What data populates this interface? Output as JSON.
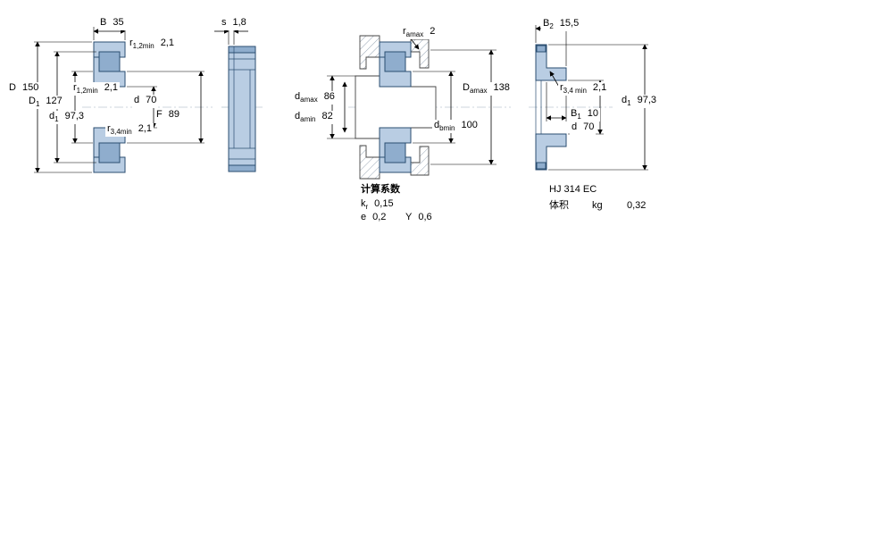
{
  "colors": {
    "fill": "#b9cde3",
    "fill_dark": "#8fadcd",
    "stroke": "#2b4e71",
    "dimension": "#000000"
  },
  "fig1": {
    "B": {
      "sym": "B",
      "val": "35"
    },
    "r12_top": {
      "sym": "r",
      "sub": "1,2min",
      "val": "2,1"
    },
    "D": {
      "sym": "D",
      "val": "150"
    },
    "D1": {
      "sym": "D",
      "sub": "1",
      "val": "127"
    },
    "r12_mid": {
      "sym": "r",
      "sub": "1,2min",
      "val": "2,1"
    },
    "d1": {
      "sym": "d",
      "sub": "1",
      "val": "97,3"
    },
    "d": {
      "sym": "d",
      "val": "70"
    },
    "F": {
      "sym": "F",
      "val": "89"
    },
    "r34": {
      "sym": "r",
      "sub": "3,4min",
      "val": "2,1"
    }
  },
  "fig2": {
    "s": {
      "sym": "s",
      "val": "1,8"
    }
  },
  "fig3": {
    "ra": {
      "sym": "r",
      "sub": "amax",
      "val": "2"
    },
    "damax": {
      "sym": "d",
      "sub": "amax",
      "val": "86"
    },
    "damin": {
      "sym": "d",
      "sub": "amin",
      "val": "82"
    },
    "Damax": {
      "sym": "D",
      "sub": "amax",
      "val": "138"
    },
    "dbmin": {
      "sym": "d",
      "sub": "bmin",
      "val": "100"
    },
    "factors": {
      "title": "计算系数",
      "kr": {
        "sym": "k",
        "sub": "r",
        "val": "0,15"
      },
      "e": {
        "sym": "e",
        "val": "0,2"
      },
      "Y": {
        "sym": "Y",
        "val": "0,6"
      }
    }
  },
  "fig4": {
    "title": "HJ 314 EC",
    "B2": {
      "sym": "B",
      "sub": "2",
      "val": "15,5"
    },
    "r34": {
      "sym": "r",
      "sub": "3,4 min",
      "val": "2,1"
    },
    "d1": {
      "sym": "d",
      "sub": "1",
      "val": "97,3"
    },
    "B1": {
      "sym": "B",
      "sub": "1",
      "val": "10"
    },
    "d": {
      "sym": "d",
      "val": "70"
    },
    "volume": {
      "label": "体积",
      "unit": "kg",
      "val": "0,32"
    }
  }
}
